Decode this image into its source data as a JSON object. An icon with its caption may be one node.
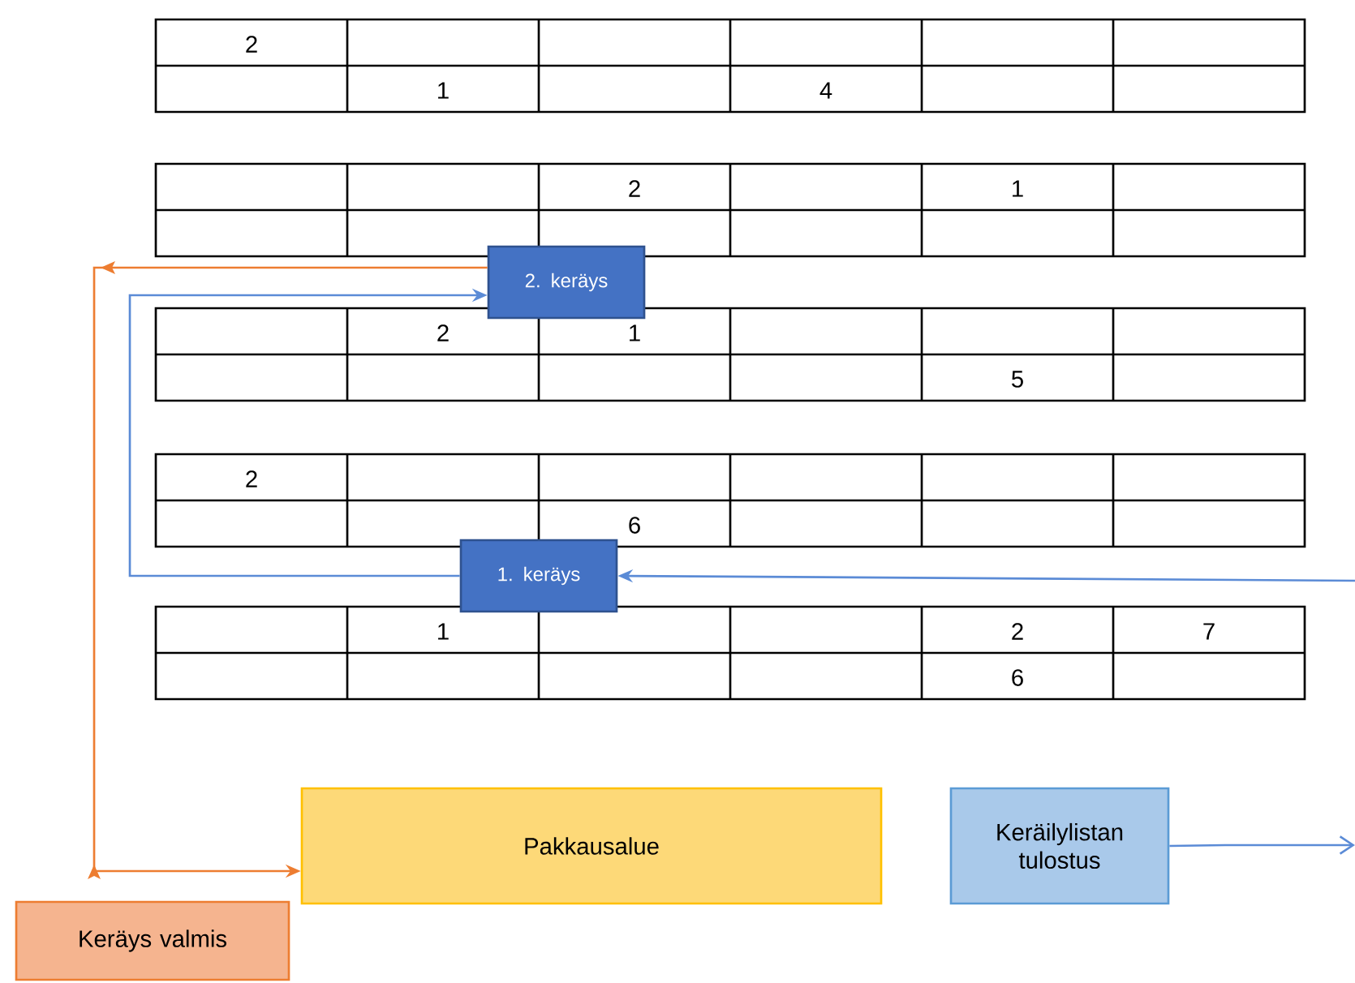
{
  "diagram": {
    "nodes": [
      {
        "text": [
          "2. keräys"
        ]
      },
      {
        "text": [
          "1. keräys"
        ]
      },
      {
        "text": [
          "Pakkausalue"
        ]
      },
      {
        "text": [
          "Keräilylistan tulostus"
        ]
      },
      {
        "text": [
          "Keräys valmis"
        ]
      }
    ],
    "edges": [
      {
        "from": null,
        "to": 1,
        "arrow": "to"
      },
      {
        "from": 1,
        "to": 0,
        "arrow": "to"
      },
      {
        "from": 0,
        "to": 2,
        "arrow": "to",
        "color": "#ed7d31"
      },
      {
        "from": 3,
        "to": null,
        "arrow": "to"
      }
    ],
    "labels": [
      "2",
      "1",
      "4",
      "2",
      "1",
      "2",
      "1",
      "5",
      "2",
      "6",
      "1",
      "2",
      "7",
      "6"
    ]
  }
}
